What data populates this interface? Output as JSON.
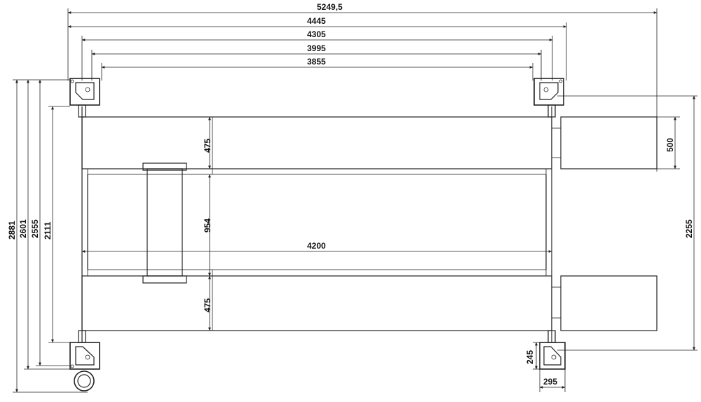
{
  "colors": {
    "ink": "#222222",
    "paper": "#ffffff"
  },
  "dimensions": {
    "overall_length": "5249,5",
    "column_span_outer": "4445",
    "column_span_mid": "4305",
    "column_span_inner": "3995",
    "column_span_min": "3855",
    "runway_width_upper": "475",
    "runway_width_lower": "475",
    "runway_gap": "954",
    "runway_length": "4200",
    "ramp_width": "500",
    "outer_width": "2255",
    "total_height": "2881",
    "height_2601": "2601",
    "height_2555": "2555",
    "height_2111": "2111",
    "post_depth": "245",
    "post_width": "295"
  }
}
